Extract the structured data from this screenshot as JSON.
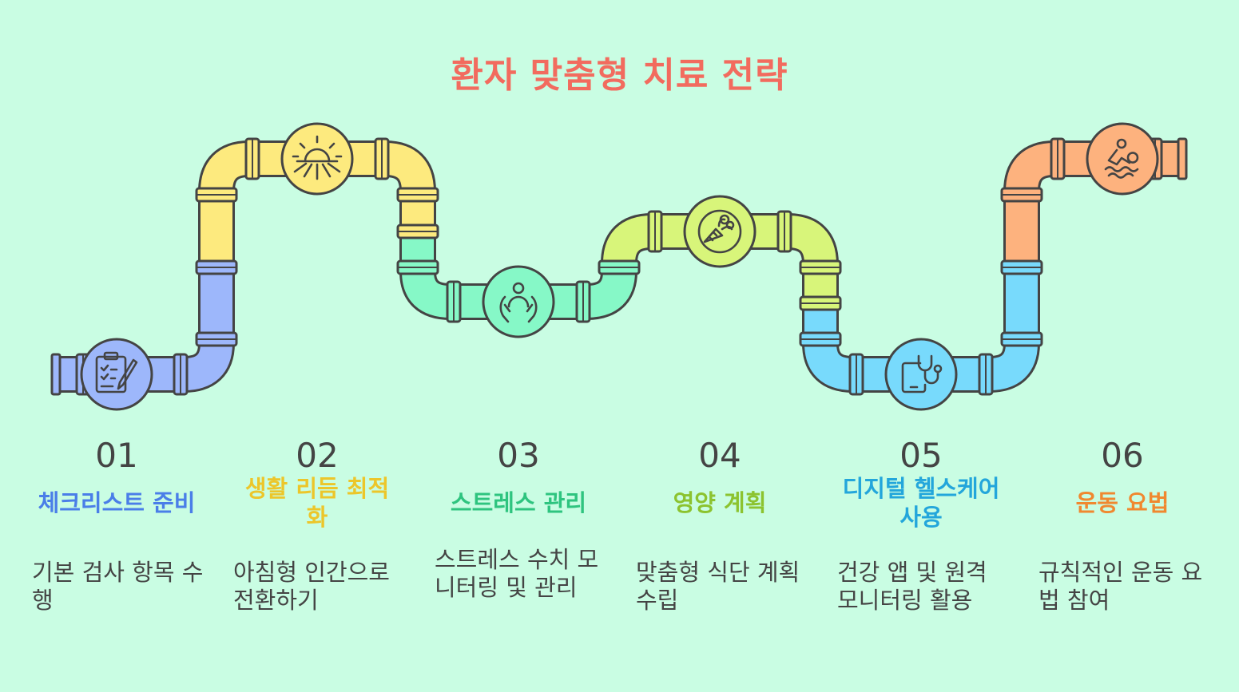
{
  "title": "환자 맞춤형 치료 전략",
  "colors": {
    "background": "#c9fde3",
    "title": "#f26b5e",
    "outline": "#444444",
    "step1": "#9db7fb",
    "step2": "#fdea7e",
    "step3": "#86f8c7",
    "step4": "#d8f57a",
    "step5": "#78dafc",
    "step6": "#fdb27e"
  },
  "steps": [
    {
      "number": "01",
      "label": "체크리스트 준비",
      "description": "기본 검사 항목 수행",
      "icon": "clipboard-icon",
      "label_color": "#4a7ee8"
    },
    {
      "number": "02",
      "label": "생활 리듬 최적화",
      "description": "아침형 인간으로 전환하기",
      "icon": "sunrise-icon",
      "label_color": "#ecc62a"
    },
    {
      "number": "03",
      "label": "스트레스 관리",
      "description": "스트레스 수치 모니터링 및 관리",
      "icon": "care-hands-icon",
      "label_color": "#2ec47f"
    },
    {
      "number": "04",
      "label": "영양 계획",
      "description": "맞춤형 식단 계획 수립",
      "icon": "vegetables-icon",
      "label_color": "#8cc32f"
    },
    {
      "number": "05",
      "label": "디지털 헬스케어 사용",
      "description": "건강 앱 및 원격 모니터링 활용",
      "icon": "stethoscope-tablet-icon",
      "label_color": "#23a6db"
    },
    {
      "number": "06",
      "label": "운동 요법",
      "description": "규칙적인 운동 요법 참여",
      "icon": "swimming-icon",
      "label_color": "#f0882f"
    }
  ]
}
